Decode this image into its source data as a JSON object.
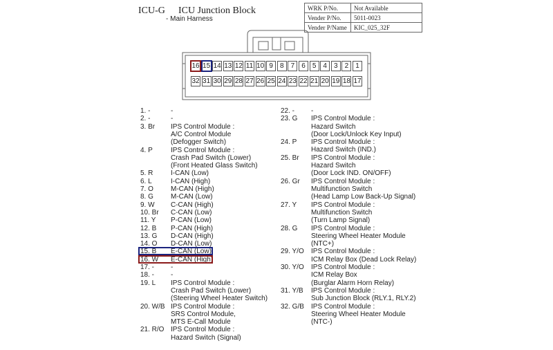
{
  "header": {
    "code": "ICU-G",
    "title": "ICU Junction Block",
    "subtitle": "- Main Harness"
  },
  "info_table": [
    {
      "key": "WRK P/No.",
      "value": "Not Available"
    },
    {
      "key": "Vender P/No.",
      "value": "5011-0023"
    },
    {
      "key": "Vender P/Name",
      "value": "KIC_025_32F"
    }
  ],
  "connector": {
    "top_row": [
      "16",
      "15",
      "14",
      "13",
      "12",
      "11",
      "10",
      "9",
      "8",
      "7",
      "6",
      "5",
      "4",
      "3",
      "2",
      "1"
    ],
    "bottom_row": [
      "32",
      "31",
      "30",
      "29",
      "28",
      "27",
      "26",
      "25",
      "24",
      "23",
      "22",
      "21",
      "20",
      "19",
      "18",
      "17"
    ],
    "highlight": {
      "16": "#8b1a1a",
      "15": "#1a237e"
    }
  },
  "pins_left": [
    {
      "num": "1. -",
      "lines": [
        "-"
      ]
    },
    {
      "num": "2. -",
      "lines": [
        "-"
      ]
    },
    {
      "num": "3. Br",
      "lines": [
        "IPS Control Module :",
        "A/C Control Module",
        "(Defogger Switch)"
      ]
    },
    {
      "num": "4. P",
      "lines": [
        "IPS Control Module :",
        "Crash Pad Switch (Lower)",
        "(Front Heated Glass Switch)"
      ]
    },
    {
      "num": "5. R",
      "lines": [
        "I-CAN (Low)"
      ]
    },
    {
      "num": "6. L",
      "lines": [
        "I-CAN (High)"
      ]
    },
    {
      "num": "7. O",
      "lines": [
        "M-CAN (High)"
      ]
    },
    {
      "num": "8. G",
      "lines": [
        "M-CAN (Low)"
      ]
    },
    {
      "num": "9. W",
      "lines": [
        "C-CAN (High)"
      ]
    },
    {
      "num": "10. Br",
      "lines": [
        "C-CAN (Low)"
      ]
    },
    {
      "num": "11. Y",
      "lines": [
        "P-CAN (Low)"
      ]
    },
    {
      "num": "12. B",
      "lines": [
        "P-CAN (High)"
      ]
    },
    {
      "num": "13. G",
      "lines": [
        "D-CAN (High)"
      ]
    },
    {
      "num": "14. O",
      "lines": [
        "D-CAN (Low)"
      ]
    },
    {
      "num": "15. B",
      "lines": [
        "E-CAN (Low)"
      ]
    },
    {
      "num": "16. W",
      "lines": [
        "E-CAN (High)"
      ]
    },
    {
      "num": "17. -",
      "lines": [
        "-"
      ]
    },
    {
      "num": "18. -",
      "lines": [
        "-"
      ]
    },
    {
      "num": "19. L",
      "lines": [
        "IPS Control Module :",
        "Crash Pad Switch (Lower)",
        "(Steering Wheel Heater Switch)"
      ]
    },
    {
      "num": "20. W/B",
      "lines": [
        "IPS Control Module :",
        "SRS Control Module,",
        "MTS E-Call Module"
      ]
    },
    {
      "num": "21. R/O",
      "lines": [
        "IPS Control Module :",
        "Hazard Switch (Signal)"
      ]
    }
  ],
  "pins_right": [
    {
      "num": "22. -",
      "lines": [
        "-"
      ]
    },
    {
      "num": "23. G",
      "lines": [
        "IPS Control Module :",
        "Hazard Switch",
        "(Door Lock/Unlock Key Input)"
      ]
    },
    {
      "num": "24. P",
      "lines": [
        "IPS Control Module :",
        "Hazard Switch (IND.)"
      ]
    },
    {
      "num": "25. Br",
      "lines": [
        "IPS Control Module :",
        "Hazard Switch",
        "(Door Lock IND. ON/OFF)"
      ]
    },
    {
      "num": "26. Gr",
      "lines": [
        "IPS Control Module :",
        "Multifunction Switch",
        "(Head Lamp Low Back-Up Signal)"
      ]
    },
    {
      "num": "27. Y",
      "lines": [
        "IPS Control Module :",
        "Multifunction Switch",
        "(Turn Lamp Signal)"
      ]
    },
    {
      "num": "28. G",
      "lines": [
        "IPS Control Module :",
        "Steering Wheel Heater Module",
        "(NTC+)"
      ]
    },
    {
      "num": "29. Y/O",
      "lines": [
        "IPS Control Module :",
        "ICM Relay Box (Dead Lock Relay)"
      ]
    },
    {
      "num": "30. Y/O",
      "lines": [
        "IPS Control Module :",
        "ICM Relay Box",
        "(Burglar Alarm Horn Relay)"
      ]
    },
    {
      "num": "31. Y/B",
      "lines": [
        "IPS Control Module :",
        "Sub Junction Block (RLY.1, RLY.2)"
      ]
    },
    {
      "num": "32. G/B",
      "lines": [
        "IPS Control Module :",
        "Steering Wheel Heater Module",
        "(NTC-)"
      ]
    }
  ],
  "highlight_colors": {
    "pin15": "#1a237e",
    "pin16": "#8b1a1a"
  }
}
